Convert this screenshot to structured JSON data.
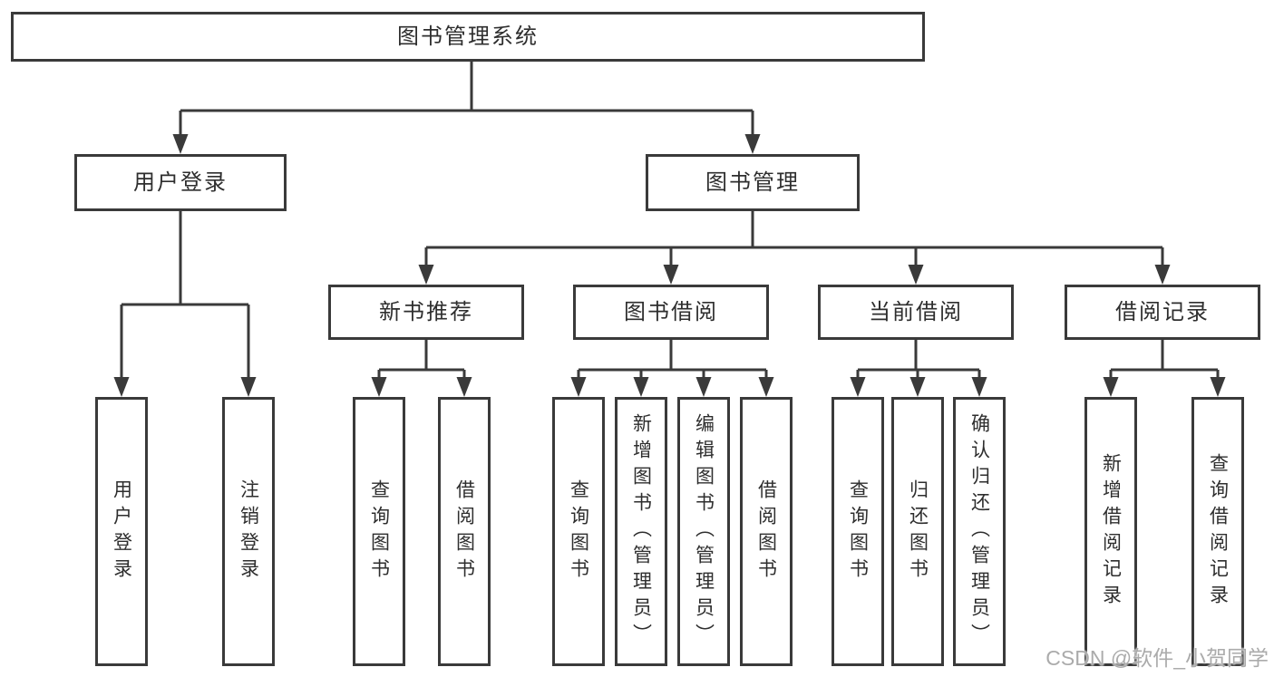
{
  "diagram": {
    "root": {
      "label": "图书管理系统"
    },
    "level2": [
      {
        "id": "user-login",
        "label": "用户登录"
      },
      {
        "id": "book-management",
        "label": "图书管理"
      }
    ],
    "level3": [
      {
        "id": "new-book-recommendation",
        "label": "新书推荐"
      },
      {
        "id": "book-borrowing",
        "label": "图书借阅"
      },
      {
        "id": "current-borrowing",
        "label": "当前借阅"
      },
      {
        "id": "borrowing-records",
        "label": "借阅记录"
      }
    ],
    "leaves": [
      {
        "id": "user-login",
        "parent": "user-login",
        "label": "用户登录"
      },
      {
        "id": "logout",
        "parent": "user-login",
        "label": "注销登录"
      },
      {
        "id": "query-books-recommend",
        "parent": "new-book-recommendation",
        "label": "查询图书"
      },
      {
        "id": "borrow-books-recommend",
        "parent": "new-book-recommendation",
        "label": "借阅图书"
      },
      {
        "id": "query-books-borrowing",
        "parent": "book-borrowing",
        "label": "查询图书"
      },
      {
        "id": "add-books-admin",
        "parent": "book-borrowing",
        "label": "新增图书（管理员）"
      },
      {
        "id": "edit-books-admin",
        "parent": "book-borrowing",
        "label": "编辑图书（管理员）"
      },
      {
        "id": "borrow-books",
        "parent": "book-borrowing",
        "label": "借阅图书"
      },
      {
        "id": "query-books-current",
        "parent": "current-borrowing",
        "label": "查询图书"
      },
      {
        "id": "return-books",
        "parent": "current-borrowing",
        "label": "归还图书"
      },
      {
        "id": "confirm-return-admin",
        "parent": "current-borrowing",
        "label": "确认归还（管理员）"
      },
      {
        "id": "add-borrow-record",
        "parent": "borrowing-records",
        "label": "新增借阅记录"
      },
      {
        "id": "query-borrow-record",
        "parent": "borrowing-records",
        "label": "查询借阅记录"
      }
    ],
    "watermark": "CSDN @软件_小贺同学",
    "colors": {
      "line": "#3a3a3a",
      "box_border": "#3a3a3a",
      "box_fill": "#ffffff",
      "text": "#2e2e2e",
      "watermark": "#ababab",
      "background": "#ffffff"
    }
  }
}
